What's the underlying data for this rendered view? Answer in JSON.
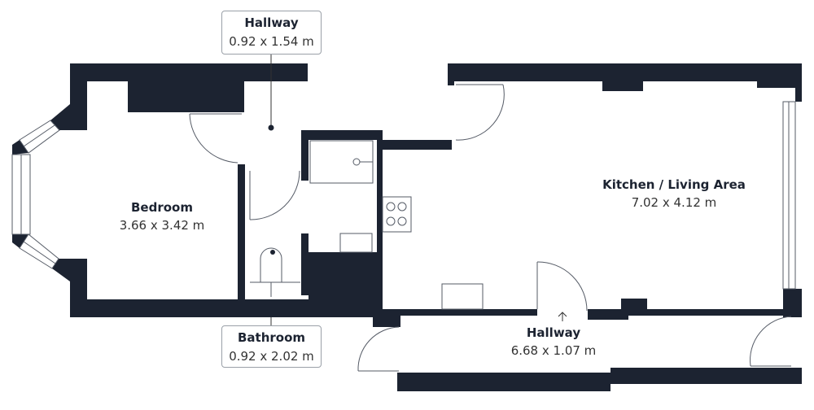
{
  "colors": {
    "wall": "#1c2331",
    "background": "#ffffff",
    "fixture": "#555b66"
  },
  "rooms": {
    "bedroom": {
      "name": "Bedroom",
      "dims": "3.66 x 3.42 m"
    },
    "kitchen": {
      "name": "Kitchen / Living Area",
      "dims": "7.02 x 4.12 m"
    },
    "hallway_main": {
      "name": "Hallway",
      "dims": "6.68 x 1.07 m"
    },
    "hallway_small": {
      "name": "Hallway",
      "dims": "0.92 x 1.54 m"
    },
    "bathroom": {
      "name": "Bathroom",
      "dims": "0.92 x 2.02 m"
    }
  }
}
